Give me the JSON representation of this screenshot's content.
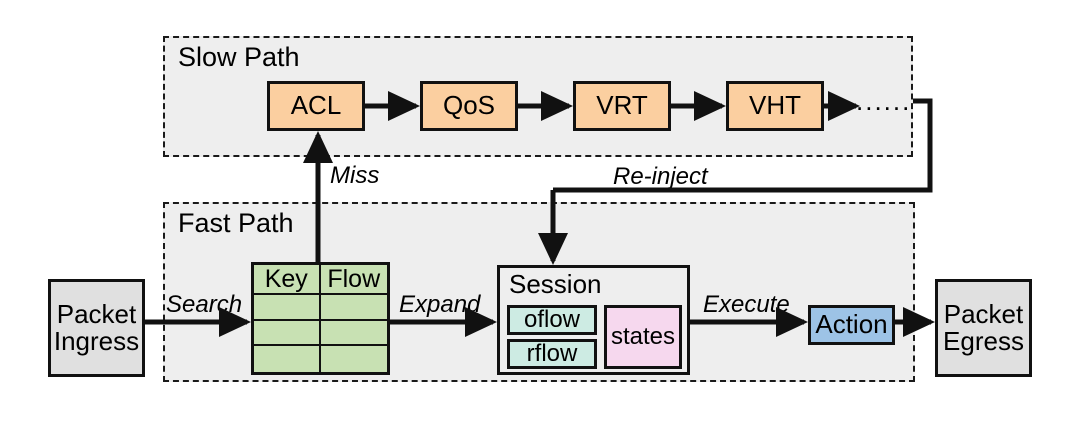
{
  "diagram": {
    "title": "Packet processing fast path / slow path dataplane diagram",
    "colors": {
      "orange": "#fbcfa0",
      "green": "#c8e1b3",
      "teal": "#cdebe3",
      "pink": "#f6d8ee",
      "blue": "#9dc3e6",
      "grey": "#e0e0e0",
      "region_bg": "#eeeeee",
      "stroke": "#111111"
    },
    "regions": [
      {
        "id": "slow-path",
        "label": "Slow Path"
      },
      {
        "id": "fast-path",
        "label": "Fast Path"
      }
    ],
    "slow_path_stages": [
      {
        "id": "acl",
        "label": "ACL"
      },
      {
        "id": "qos",
        "label": "QoS"
      },
      {
        "id": "vrt",
        "label": "VRT"
      },
      {
        "id": "vht",
        "label": "VHT"
      }
    ],
    "slow_path_continuation": "......",
    "endpoints": {
      "ingress": "Packet\nIngress",
      "egress": "Packet\nEgress"
    },
    "flow_table": {
      "headers": [
        "Key",
        "Flow"
      ],
      "rows": [
        [
          "",
          ""
        ],
        [
          "",
          ""
        ],
        [
          "",
          ""
        ]
      ]
    },
    "session": {
      "title": "Session",
      "flows": [
        "oflow",
        "rflow"
      ],
      "states": "states"
    },
    "action": {
      "label": "Action"
    },
    "edge_labels": [
      {
        "id": "search",
        "text": "Search"
      },
      {
        "id": "expand",
        "text": "Expand"
      },
      {
        "id": "execute",
        "text": "Execute"
      },
      {
        "id": "miss",
        "text": "Miss"
      },
      {
        "id": "reinject",
        "text": "Re-inject"
      }
    ]
  }
}
